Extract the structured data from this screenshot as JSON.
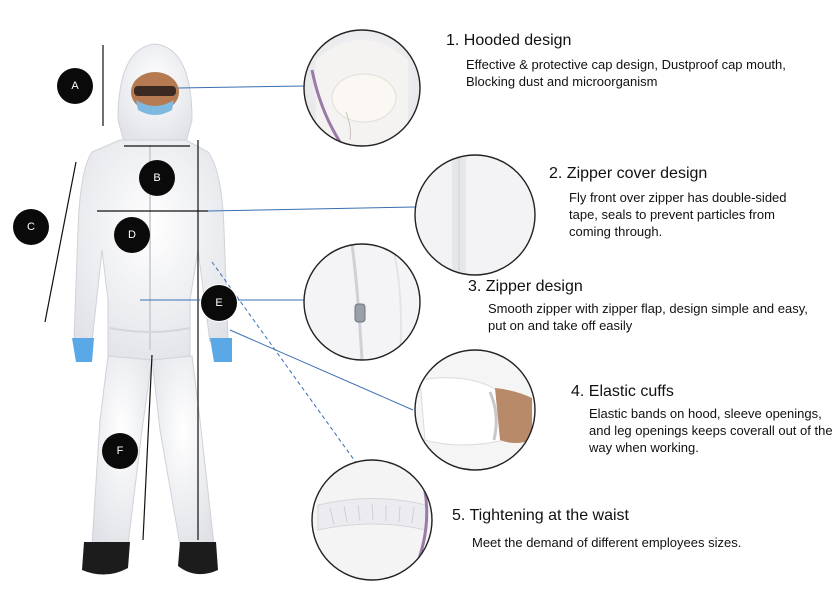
{
  "badges": {
    "a": "A",
    "b": "B",
    "c": "C",
    "d": "D",
    "e": "E",
    "f": "F"
  },
  "features": [
    {
      "title": "1. Hooded design",
      "description": "Effective & protective cap design, Dustproof cap mouth, Blocking dust and microorganism"
    },
    {
      "title": "2. Zipper cover design",
      "description": "Fly front over zipper has double-sided tape, seals to prevent particles from coming through."
    },
    {
      "title": "3. Zipper design",
      "description": "Smooth zipper with zipper flap, design simple and easy, put on and take off easily"
    },
    {
      "title": "4. Elastic cuffs",
      "description": "Elastic bands on hood, sleeve openings, and leg openings keeps coverall out of the way when working."
    },
    {
      "title": "5. Tightening at the waist",
      "description": "Meet the demand of different employees sizes."
    }
  ],
  "colors": {
    "suit": "#f1f2f4",
    "suit_shadow": "#d9dbe0",
    "glove": "#5aa8e6",
    "boot": "#1c1c1c",
    "leader_line": "#3a6fb3",
    "measure_line": "#111111",
    "detail_border": "#222222",
    "detail_tint": "#8a5a9a"
  }
}
